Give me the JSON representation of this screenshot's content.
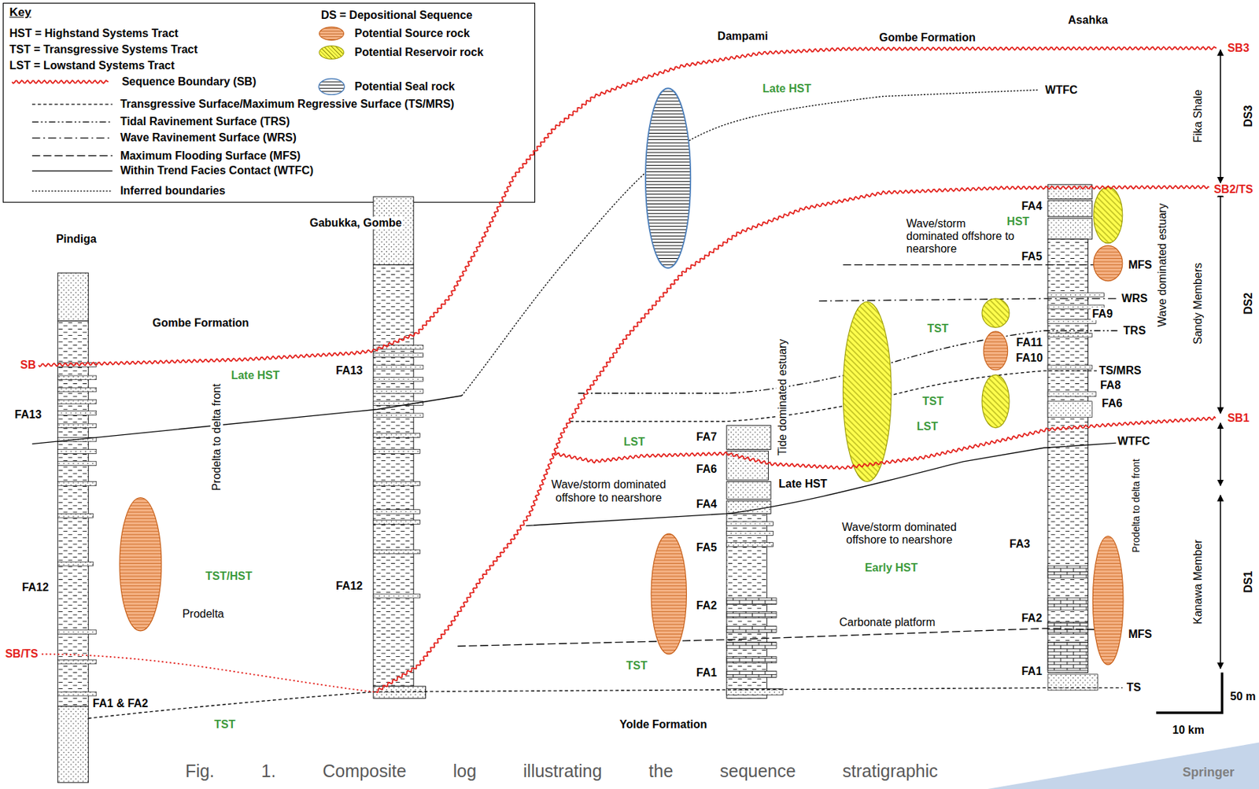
{
  "diagram": {
    "caption": "Fig. 1. Composite log illustrating the sequence stratigraphic",
    "labels": [
      "Key",
      "Pindiga",
      "Gabukka, Gombe",
      "Dampami",
      "Asahka",
      "Gombe Formation",
      "Gombe Formation",
      "Yolde Formation",
      "Late HST",
      "SB3",
      "SB2/TS",
      "SB1",
      "WTFC",
      "SB",
      "SB/TS",
      "FA13",
      "Prodelta to delta front",
      "Late HST",
      "FA12",
      "TST/HST",
      "Prodelta",
      "TST",
      "FA1 & FA2",
      "FA13",
      "FA12",
      "FA7",
      "FA6",
      "LST",
      "Tide dominated estuary",
      "Wave/storm dominated offshore to nearshore",
      "FA4",
      "Late HST",
      "FA5",
      "FA2",
      "FA1",
      "TST",
      "Carbonate platform",
      "Wave/storm dominated offshore to nearshore",
      "Early HST",
      "Wave/storm dominated offshore to nearshore",
      "HST",
      "FA4",
      "FA5",
      "MFS",
      "WRS",
      "FA9",
      "TST",
      "TRS",
      "FA11",
      "FA10",
      "TS/MRS",
      "FA8",
      "TST",
      "FA6",
      "LST",
      "WTFC",
      "FA3",
      "Prodelta to delta front",
      "FA2",
      "MFS",
      "FA1",
      "TS",
      "Wave dominated estuary",
      "Fika Shale",
      "Sandy Members",
      "Kanawa Member",
      "DS3",
      "DS2",
      "DS1",
      "50 m",
      "10 km",
      "Springer"
    ],
    "legend": [
      {
        "text": "HST = Highstand Systems Tract"
      },
      {
        "text": "TST = Transgressive Systems Tract"
      },
      {
        "text": "LST = Lowstand Systems Tract"
      },
      {
        "text": "Sequence Boundary (SB)"
      },
      {
        "text": "Transgressive Surface/Maximum Regressive Surface (TS/MRS)"
      },
      {
        "text": "Tidal Ravinement Surface (TRS)"
      },
      {
        "text": "Wave Ravinement Surface (WRS)"
      },
      {
        "text": "Maximum Flooding Surface (MFS)"
      },
      {
        "text": "Within Trend Facies Contact (WTFC)"
      },
      {
        "text": "Inferred boundaries"
      },
      {
        "text": "DS = Depositional Sequence"
      },
      {
        "text": "Potential Source rock",
        "color": "#f4b183"
      },
      {
        "text": "Potential Reservoir rock",
        "color": "#ffff4d"
      },
      {
        "text": "Potential Seal rock"
      }
    ]
  }
}
